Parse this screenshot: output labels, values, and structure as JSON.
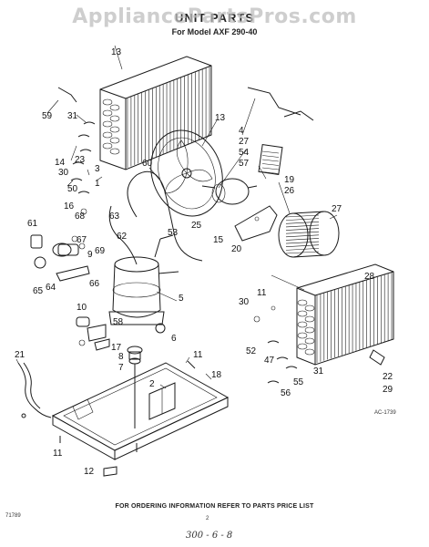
{
  "watermark": "AppliancePartsPros.com",
  "title": "UNIT PARTS",
  "subtitle": "For Model AXF 290-40",
  "footer_note": "FOR ORDERING INFORMATION REFER TO PARTS PRICE LIST",
  "doc_number": "71789",
  "page_number": "2",
  "handwritten_note": "300 - 6 - 8",
  "art_code": "AC-1739",
  "callouts": {
    "c59": "59",
    "c31a": "31",
    "c14": "14",
    "c30a": "30",
    "c23": "23",
    "c3": "3",
    "c50": "50",
    "c16": "16",
    "c1": "1",
    "c13": "13",
    "c60": "60",
    "c4": "4",
    "c27a": "27",
    "c54": "54",
    "c57": "57",
    "c19": "19",
    "c26": "26",
    "c27b": "27",
    "c61": "61",
    "c68": "68",
    "c63": "63",
    "c62": "62",
    "c67": "67",
    "c69": "69",
    "c53": "53",
    "c25": "25",
    "c15": "15",
    "c20": "20",
    "c65": "65",
    "c64": "64",
    "c66": "66",
    "c5": "5",
    "c28": "28",
    "c11a": "11",
    "c30b": "30",
    "c10": "10",
    "c58": "58",
    "c17": "17",
    "c6": "6",
    "c21": "21",
    "c8": "8",
    "c7": "7",
    "c11b": "11",
    "c2": "2",
    "c18": "18",
    "c52": "52",
    "c47": "47",
    "c31b": "31",
    "c55": "55",
    "c56": "56",
    "c22": "22",
    "c29": "29",
    "c11c": "11",
    "c12": "12",
    "c9": "9"
  }
}
